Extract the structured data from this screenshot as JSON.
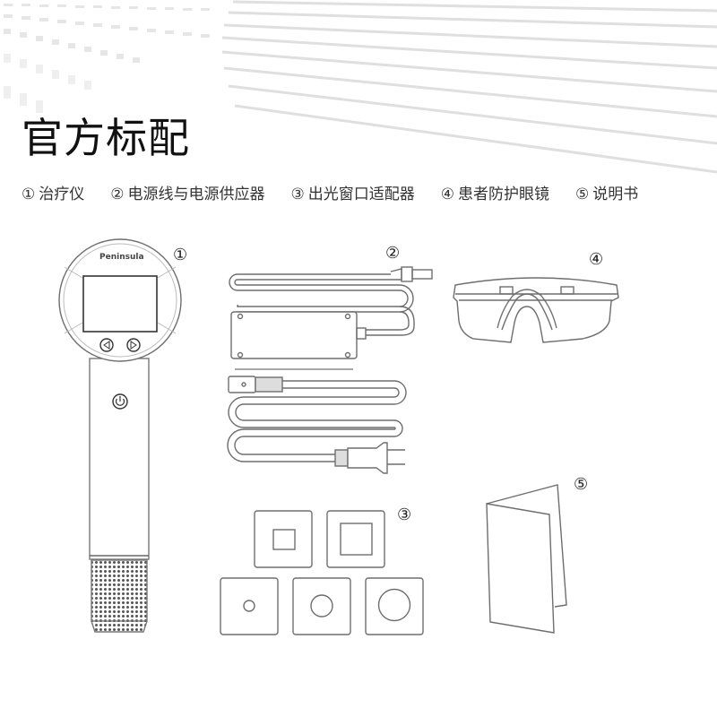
{
  "title": "官方标配",
  "items": [
    {
      "num": "①",
      "label": "治疗仪"
    },
    {
      "num": "②",
      "label": "电源线与电源供应器"
    },
    {
      "num": "③",
      "label": "出光窗口适配器"
    },
    {
      "num": "④",
      "label": "患者防护眼镜"
    },
    {
      "num": "⑤",
      "label": "说明书"
    }
  ],
  "device": {
    "brand": "Peninsula"
  },
  "badges": {
    "device": "①",
    "power": "②",
    "adapters": "③",
    "glasses": "④",
    "manual": "⑤"
  },
  "colors": {
    "line": "#6e6e6e",
    "text": "#111111",
    "background": "#ffffff"
  }
}
